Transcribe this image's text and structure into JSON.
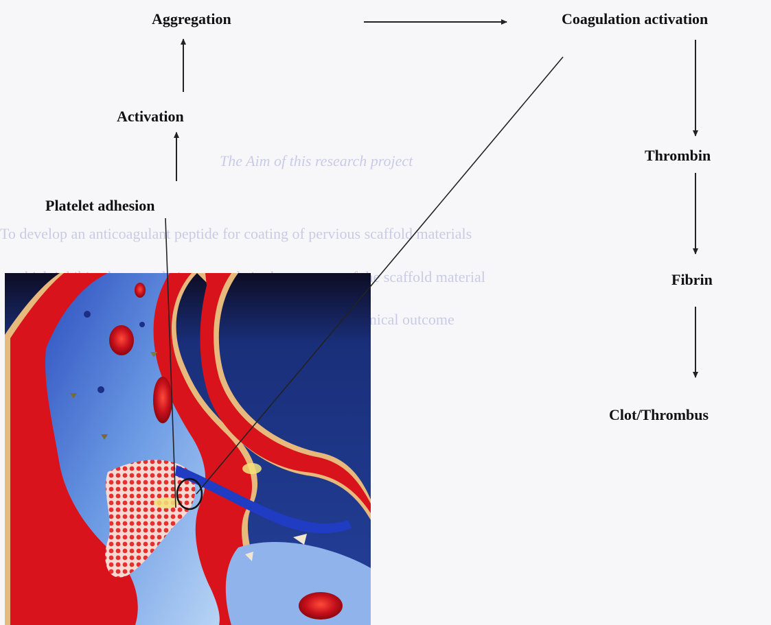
{
  "diagram": {
    "nodes": {
      "aggregation": "Aggregation",
      "coagulation_activation": "Coagulation activation",
      "activation": "Activation",
      "platelet_adhesion": "Platelet adhesion",
      "thrombin": "Thrombin",
      "fibrin": "Fibrin",
      "clot_thrombus": "Clot/Thrombus"
    },
    "edges": [
      {
        "from": "platelet_adhesion",
        "to": "activation"
      },
      {
        "from": "activation",
        "to": "aggregation"
      },
      {
        "from": "aggregation",
        "to": "coagulation_activation"
      },
      {
        "from": "coagulation_activation",
        "to": "thrombin"
      },
      {
        "from": "thrombin",
        "to": "fibrin"
      },
      {
        "from": "fibrin",
        "to": "clot_thrombus"
      }
    ]
  },
  "colors": {
    "text": "#111111",
    "arrow": "#222222",
    "blood_red": "#d9141c",
    "vessel_wall": "#e8b878",
    "background_blue": "#1e3a8a",
    "ghost_text": "#c9cbe6"
  }
}
